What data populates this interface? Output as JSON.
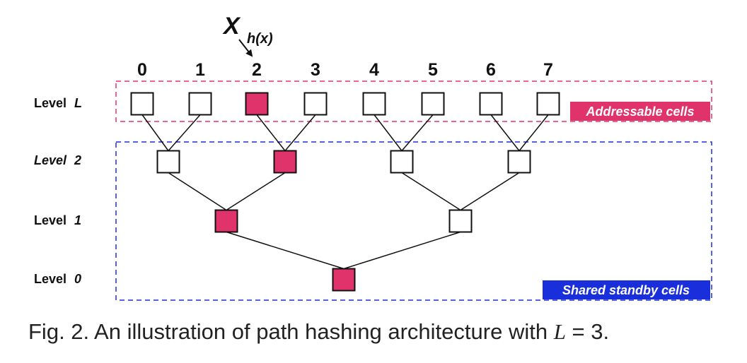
{
  "input_label": "X",
  "hash_label": "h(x)",
  "column_indices": [
    "0",
    "1",
    "2",
    "3",
    "4",
    "5",
    "6",
    "7"
  ],
  "levels": {
    "L": {
      "prefix": "Level",
      "suffix": "L"
    },
    "two": {
      "prefix": "Level",
      "suffix": "2"
    },
    "one": {
      "prefix": "Level",
      "suffix": "1"
    },
    "zero": {
      "prefix": "Level",
      "suffix": "0"
    }
  },
  "regions": {
    "addressable": {
      "label": "Addressable cells",
      "color": "#e0336b"
    },
    "standby": {
      "label": "Shared standby cells",
      "color": "#1a2fdc"
    }
  },
  "colors": {
    "highlight": "#e0336b",
    "cell_fill": "#ffffff",
    "stroke": "#111111"
  },
  "path": {
    "level_L": [
      false,
      false,
      true,
      false,
      false,
      false,
      false,
      false
    ],
    "level_2": [
      false,
      true,
      false,
      false
    ],
    "level_1": [
      true,
      false
    ],
    "level_0": [
      true
    ]
  },
  "caption": {
    "prefix": "Fig. 2. An illustration of path hashing architecture with ",
    "variable": "L",
    "suffix": " = 3."
  }
}
